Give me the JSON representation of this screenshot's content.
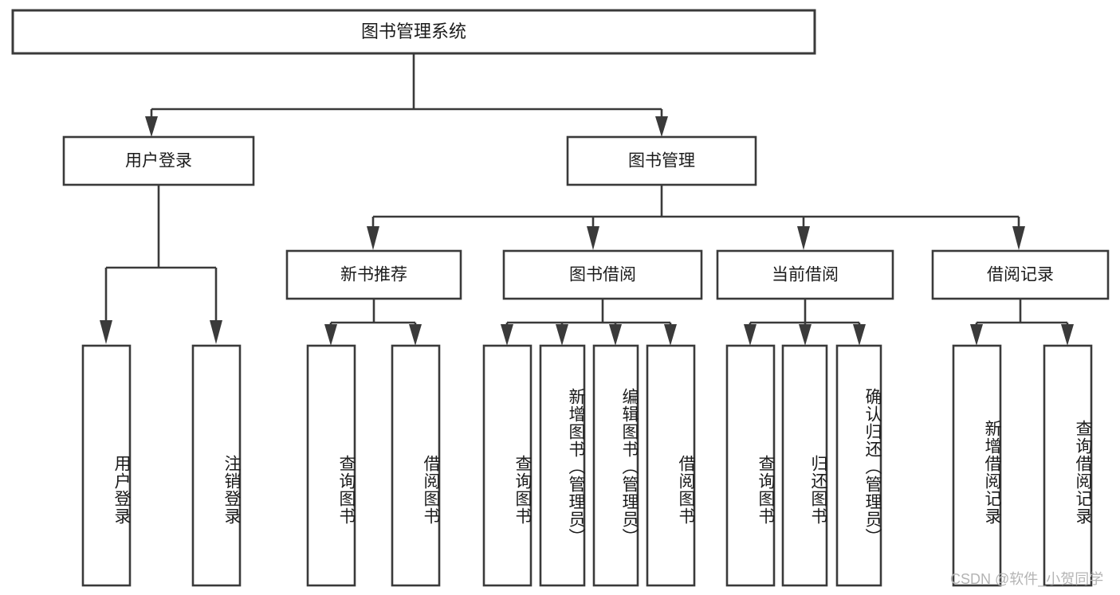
{
  "diagram": {
    "type": "tree-hierarchy",
    "title": "图书管理系统",
    "orientation": "top-down",
    "colors": {
      "box_stroke": "#3a3a3a",
      "box_fill": "#ffffff",
      "connector": "#3a3a3a",
      "text": "#1b1b1b",
      "watermark": "#b4b4b4",
      "background": "#ffffff"
    },
    "levels": {
      "root": "图书管理系统",
      "level2": [
        "用户登录",
        "图书管理"
      ],
      "level3": [
        "新书推荐",
        "图书借阅",
        "当前借阅",
        "借阅记录"
      ],
      "leaves": [
        "用户登录",
        "注销登录",
        "查询图书",
        "借阅图书",
        "查询图书",
        "新增图书（管理员）",
        "编辑图书（管理员）",
        "借阅图书",
        "查询图书",
        "归还图书",
        "确认归还（管理员）",
        "新增借阅记录",
        "查询借阅记录"
      ]
    },
    "nodes": {
      "root": {
        "label": "图书管理系统"
      },
      "user_login": {
        "label": "用户登录"
      },
      "book_manage": {
        "label": "图书管理"
      },
      "new_book_rec": {
        "label": "新书推荐"
      },
      "book_borrow": {
        "label": "图书借阅"
      },
      "current_borrow": {
        "label": "当前借阅"
      },
      "borrow_record": {
        "label": "借阅记录"
      },
      "leaf_user_login": {
        "label": "用户登录"
      },
      "leaf_logout": {
        "label": "注销登录"
      },
      "leaf_query_book_1": {
        "label": "查询图书"
      },
      "leaf_borrow_book_1": {
        "label": "借阅图书"
      },
      "leaf_query_book_2": {
        "label": "查询图书"
      },
      "leaf_add_book": {
        "label": "新增图书（管理员）"
      },
      "leaf_edit_book": {
        "label": "编辑图书（管理员）"
      },
      "leaf_borrow_book_2": {
        "label": "借阅图书"
      },
      "leaf_query_book_3": {
        "label": "查询图书"
      },
      "leaf_return_book": {
        "label": "归还图书"
      },
      "leaf_confirm_return": {
        "label": "确认归还（管理员）"
      },
      "leaf_add_record": {
        "label": "新增借阅记录"
      },
      "leaf_query_record": {
        "label": "查询借阅记录"
      }
    }
  },
  "watermark": {
    "text": "CSDN @软件_小贺同学"
  }
}
